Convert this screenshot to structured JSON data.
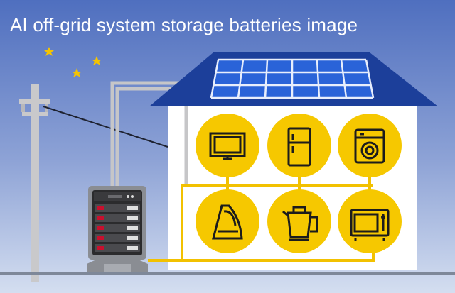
{
  "title": "AI off-grid system storage batteries image",
  "colors": {
    "sky_top": "#4f6fbf",
    "sky_bottom": "#c9d6ee",
    "roof": "#1c3f9a",
    "solar_panel": "#2a63d8",
    "house_wall": "#ffffff",
    "wire": "#f2c100",
    "appliance_circle": "#f6c800",
    "star": "#f5c400",
    "moon": "#f5c400",
    "pole": "#c9c9cb",
    "battery_frame": "#8a8d93",
    "ground": "#a9b2c4"
  },
  "appliances": [
    {
      "name": "television",
      "icon": "television-icon"
    },
    {
      "name": "refrigerator",
      "icon": "refrigerator-icon"
    },
    {
      "name": "washing machine",
      "icon": "washing-machine-icon"
    },
    {
      "name": "iron",
      "icon": "iron-icon"
    },
    {
      "name": "kettle",
      "icon": "kettle-icon"
    },
    {
      "name": "microwave",
      "icon": "microwave-icon"
    }
  ]
}
